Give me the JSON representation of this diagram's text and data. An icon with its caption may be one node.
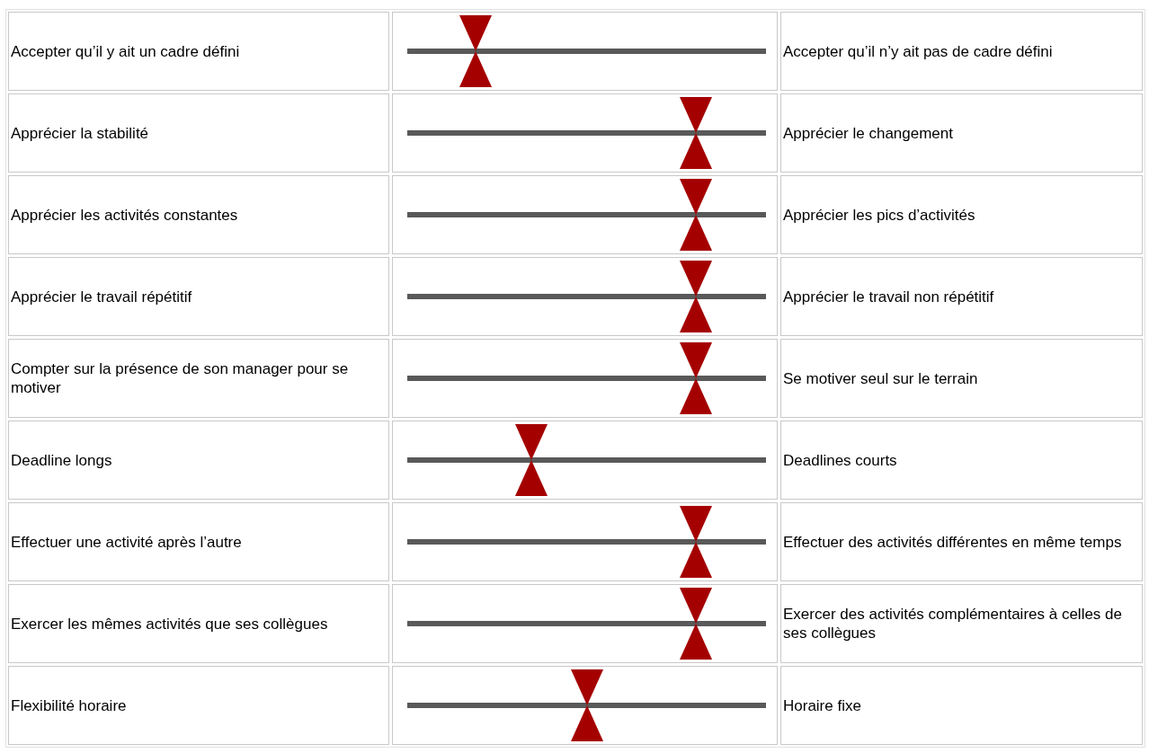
{
  "diagram": {
    "labels": [
      "Accepter qu’il y ait un cadre défini",
      "Accepter qu’il n’y ait pas de cadre défini",
      "Apprécier la stabilité",
      "Apprécier le changement",
      "Apprécier les activités constantes",
      "Apprécier les pics d’activités",
      "Apprécier le travail répétitif",
      "Apprécier le travail non répétitif",
      "Compter sur la présence de son manager pour se motiver",
      "Se motiver seul sur le terrain",
      "Deadline longs",
      "Deadlines courts",
      "Effectuer une activité après l’autre",
      "Effectuer des activités différentes en même temps",
      "Exercer les mêmes activités que ses collègues",
      "Exercer des activités complémentaires à celles de ses collègues",
      "Flexibilité horaire",
      "Horaire fixe"
    ]
  }
}
